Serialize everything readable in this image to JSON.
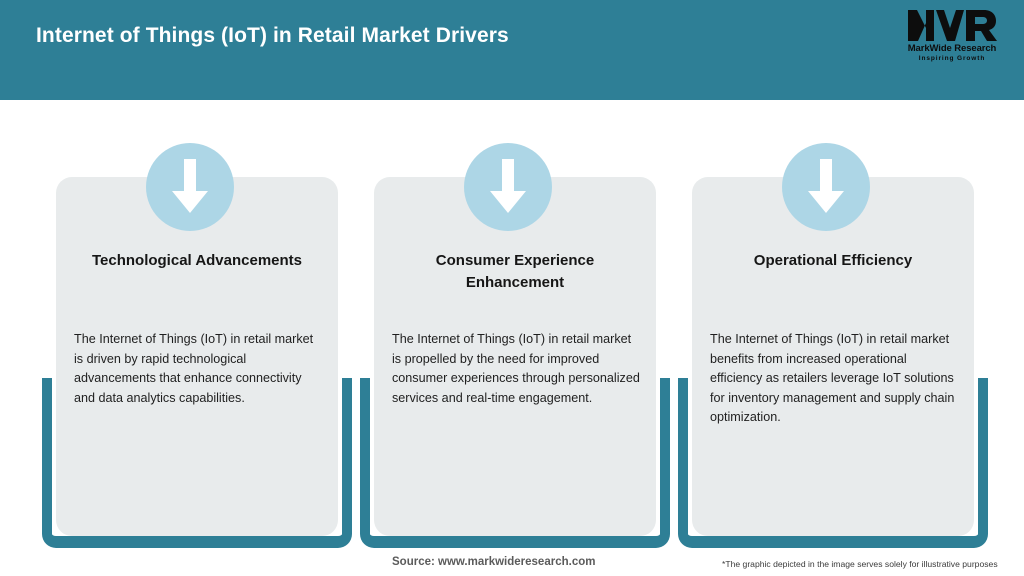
{
  "header": {
    "title": "Internet of Things (IoT) in Retail Market Drivers",
    "background_color": "#2E7F96",
    "title_color": "#FFFFFF"
  },
  "logo": {
    "mark": "MWR",
    "name": "MarkWide Research",
    "tagline": "Inspiring Growth"
  },
  "theme": {
    "accent_teal": "#2E7F96",
    "card_gray": "#E8EBEC",
    "badge_blue": "#ADD6E6",
    "arrow_white": "#FFFFFF"
  },
  "cards": [
    {
      "icon": "down-arrow-icon",
      "title": "Technological Advancements",
      "body": "The Internet of Things (IoT) in retail market is driven by rapid technological advancements that enhance connectivity and data analytics capabilities."
    },
    {
      "icon": "down-arrow-icon",
      "title": "Consumer Experience Enhancement",
      "body": "The Internet of Things (IoT) in retail market is propelled by the need for improved consumer experiences through personalized services and real-time engagement."
    },
    {
      "icon": "down-arrow-icon",
      "title": "Operational Efficiency",
      "body": "The Internet of Things (IoT) in retail market benefits from increased operational efficiency as retailers leverage IoT solutions for inventory management and supply chain optimization."
    }
  ],
  "footer": {
    "source": "Source: www.markwideresearch.com",
    "note": "*The graphic depicted in the image serves solely for illustrative purposes"
  }
}
